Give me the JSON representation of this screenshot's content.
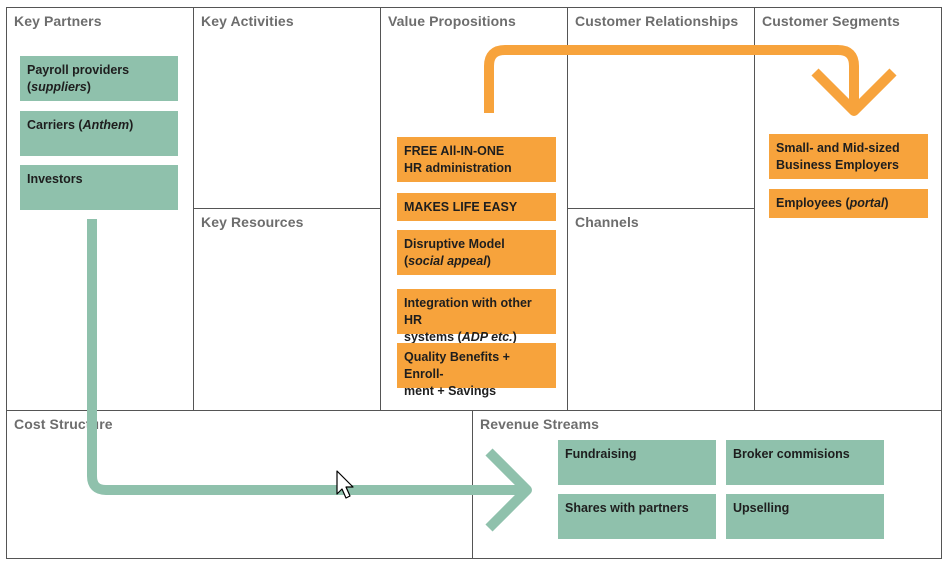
{
  "colors": {
    "green": "#8fc1ac",
    "orange": "#f7a33c",
    "border": "#555555",
    "title": "#6d6d6d"
  },
  "sections": {
    "key_partners": "Key Partners",
    "key_activities": "Key Activities",
    "key_resources": "Key Resources",
    "value_propositions": "Value Propositions",
    "customer_relationships": "Customer Relationships",
    "channels": "Channels",
    "customer_segments": "Customer Segments",
    "cost_structure": "Cost Structure",
    "revenue_streams": "Revenue Streams"
  },
  "key_partners": [
    {
      "text": "Payroll providers",
      "italic": "suppliers"
    },
    {
      "text": "Carriers",
      "italic": "Anthem"
    },
    {
      "text": "Investors"
    }
  ],
  "value_propositions": [
    {
      "line1": "FREE All-IN-ONE",
      "line2": "HR administration"
    },
    {
      "line1": "MAKES LIFE EASY"
    },
    {
      "line1": "Disruptive Model",
      "italic": "social appeal"
    },
    {
      "line1": "Integration with other HR",
      "line2": "systems",
      "italic": "ADP etc."
    },
    {
      "line1": "Quality Benefits + Enroll-",
      "line2": "ment + Savings"
    }
  ],
  "customer_segments": [
    {
      "line1": "Small- and Mid-sized",
      "line2": "Business Employers"
    },
    {
      "text": "Employees",
      "italic": "portal"
    }
  ],
  "revenue_streams": [
    "Fundraising",
    "Broker commisions",
    "Shares with partners",
    "Upselling"
  ],
  "icons": [
    "orange-flow-arrow",
    "green-flow-arrow",
    "mouse-cursor-icon"
  ]
}
